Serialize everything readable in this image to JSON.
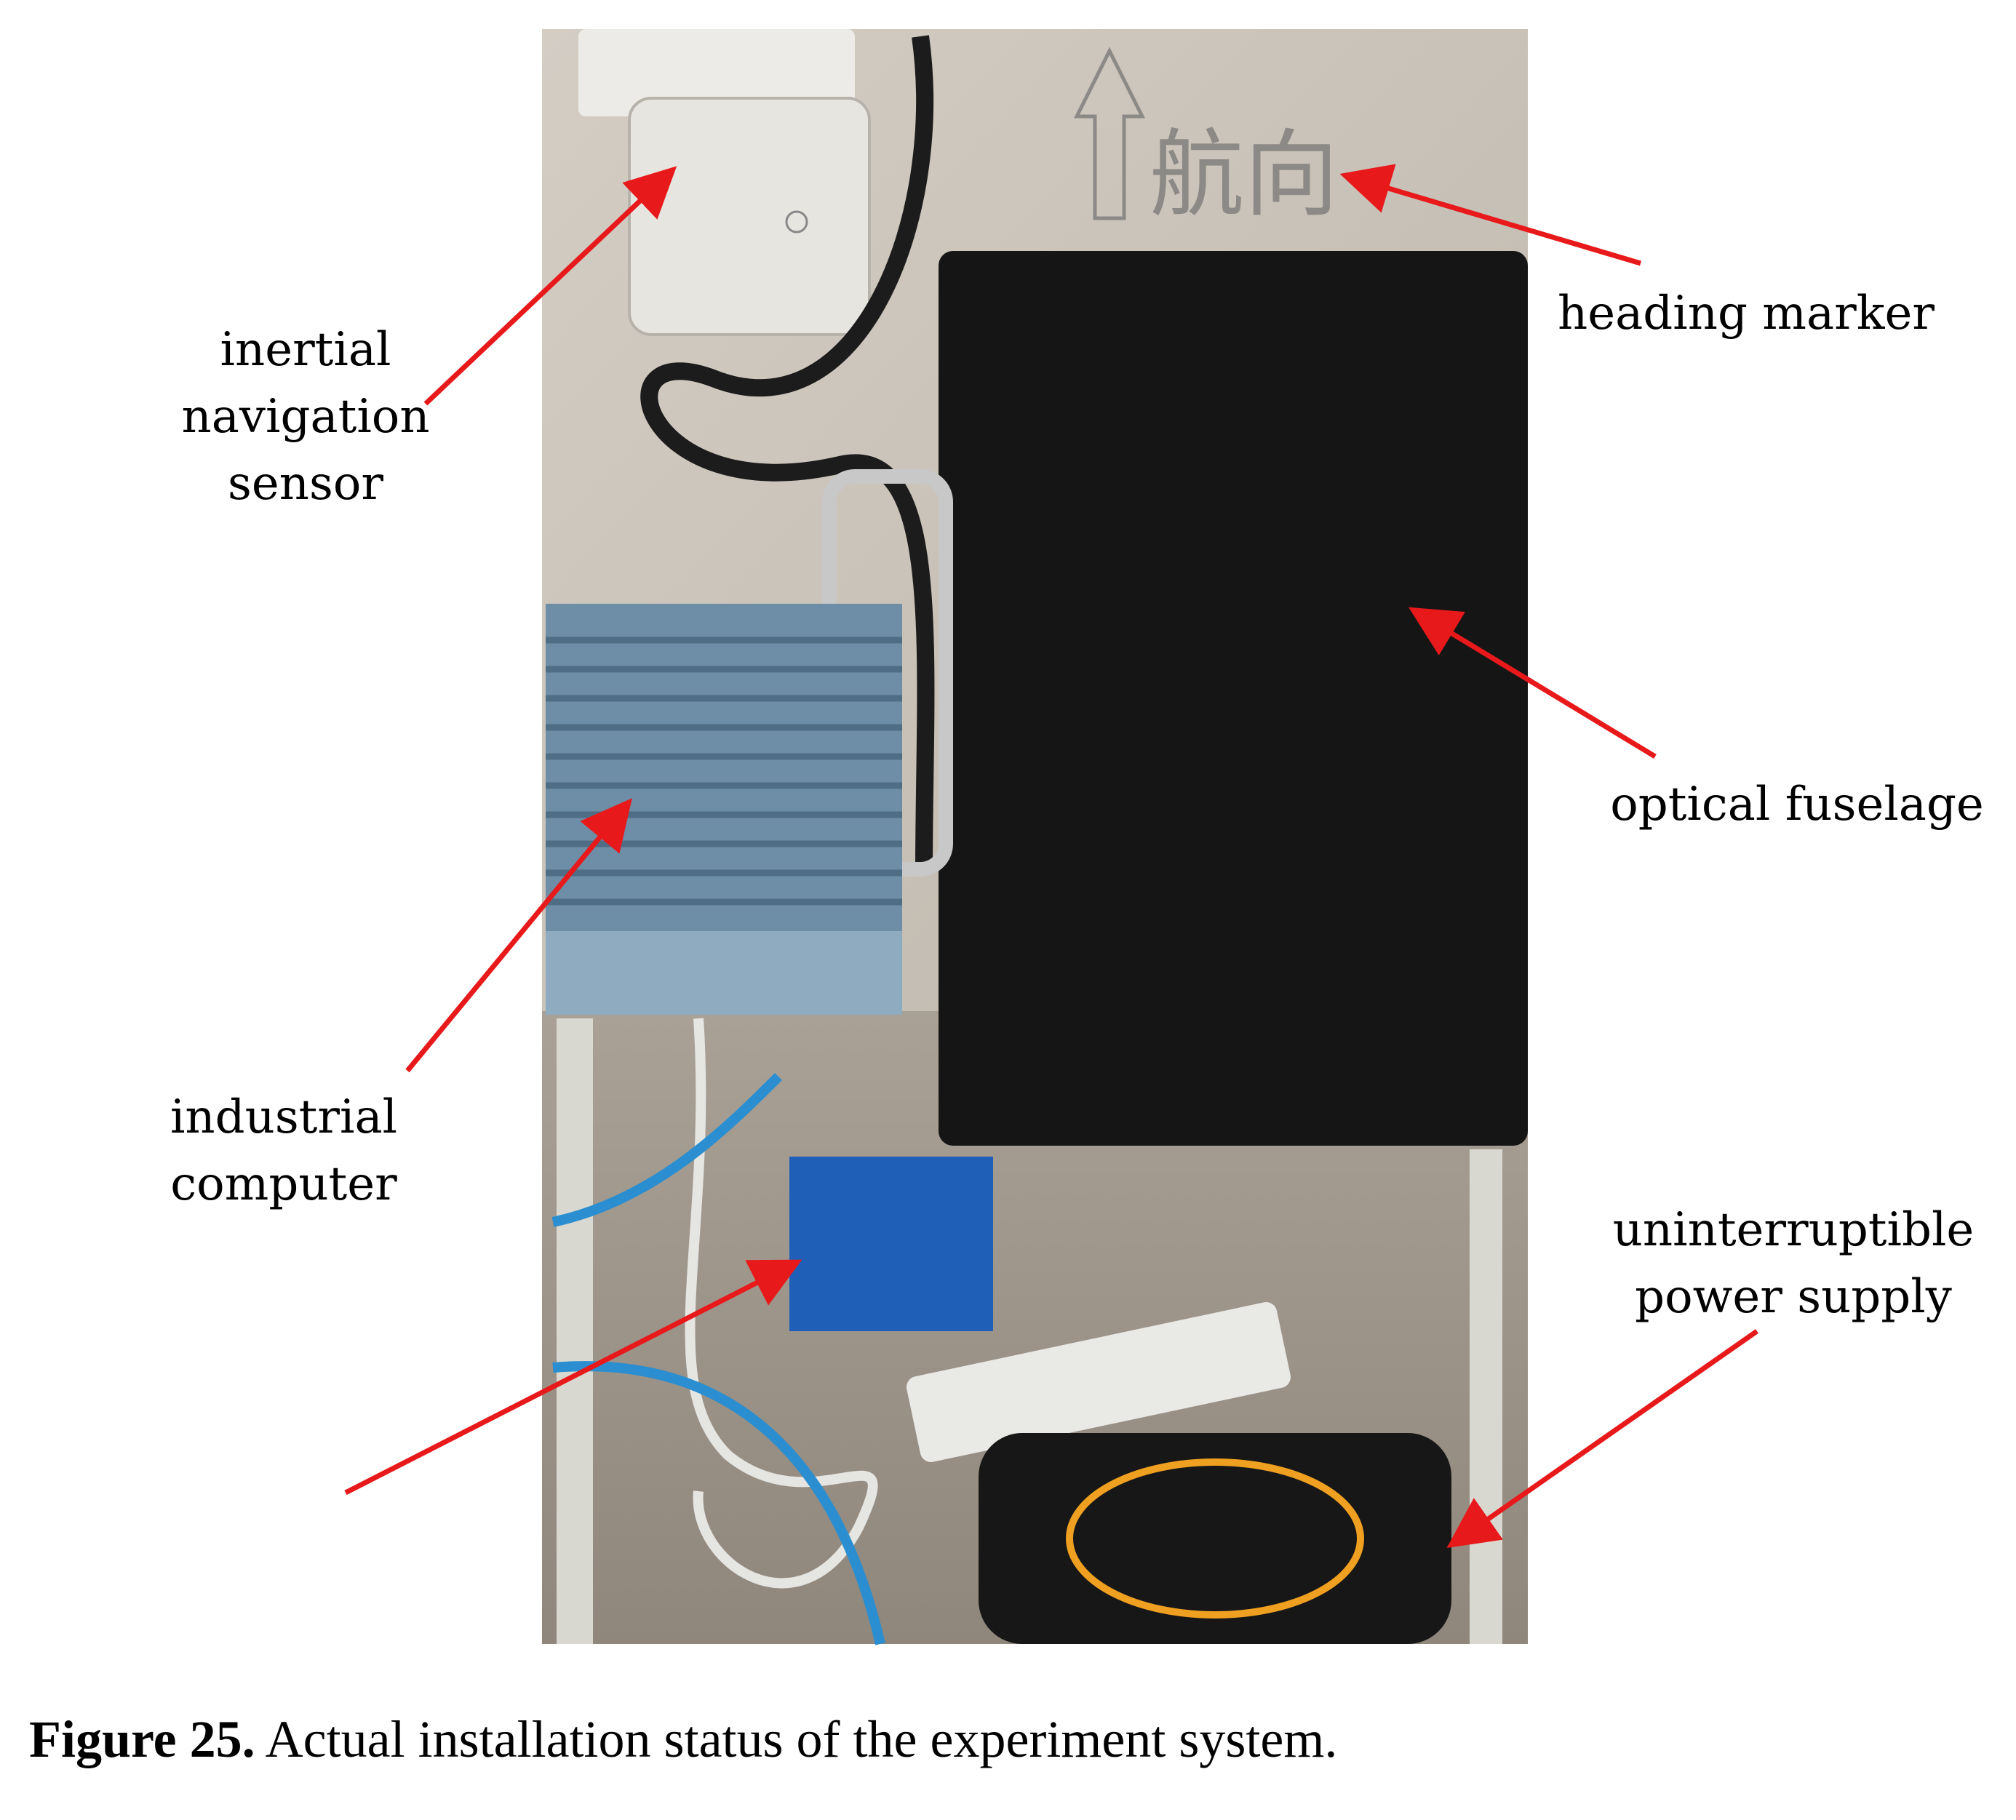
{
  "labels": {
    "inertial": "inertial\nnavigation\nsensor",
    "heading": "heading marker",
    "optical": "optical fuselage",
    "industrial": "industrial\ncomputer",
    "ups": "uninterruptible\npower supply",
    "heading_mark_text": "航向"
  },
  "caption": {
    "label": "Figure 25.",
    "text": " Actual installation status of the experiment system."
  },
  "colors": {
    "arrow": "#e8191a",
    "panel": "#c9c2b8",
    "fuselage": "#151515",
    "computer": "#6d8ea6",
    "ups_accent": "#f0a020"
  }
}
